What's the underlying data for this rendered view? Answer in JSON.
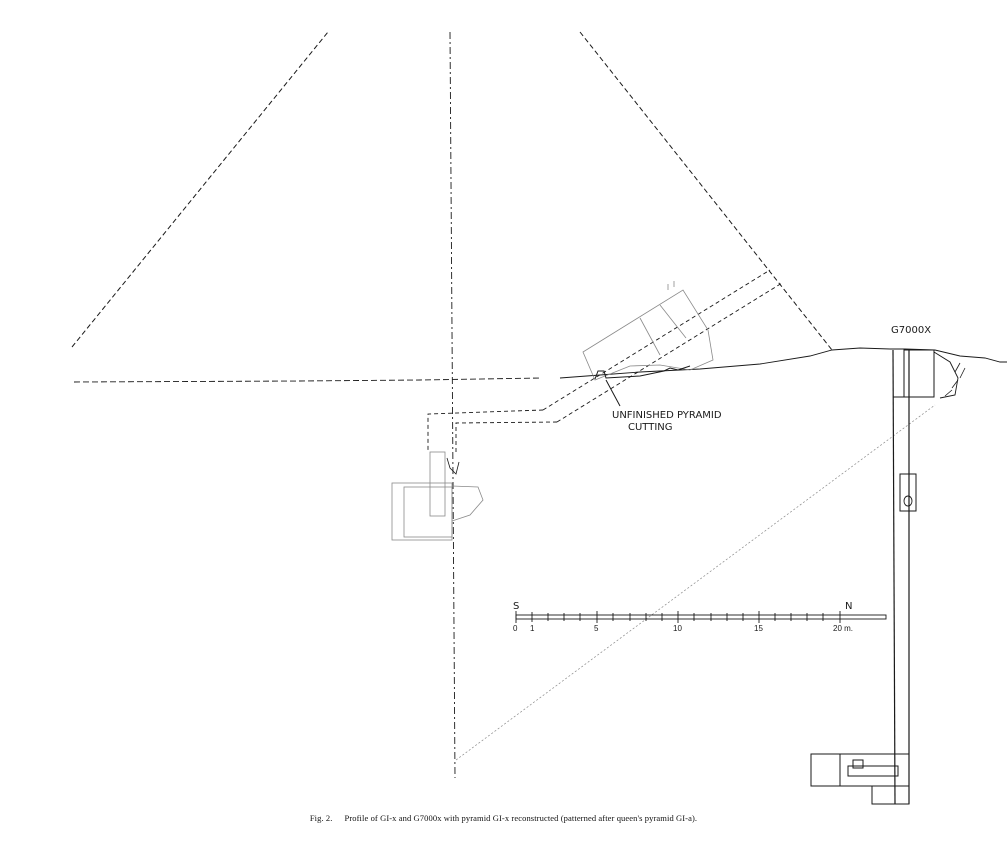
{
  "labels": {
    "tomb": "G7000X",
    "cutting_line1": "UNFINISHED PYRAMID",
    "cutting_line2": "CUTTING"
  },
  "scale_bar": {
    "south": "S",
    "north": "N",
    "ticks": [
      "0",
      "1",
      "5",
      "10",
      "15",
      "20 m."
    ]
  },
  "caption": {
    "figure_number": "Fig. 2.",
    "text": "Profile of GI-x and G7000x with pyramid GI-x reconstructed (patterned after queen's pyramid GI-a)."
  },
  "colors": {
    "ink": "#1a1a1a",
    "faint": "#8a8a8a",
    "paper": "#ffffff"
  }
}
